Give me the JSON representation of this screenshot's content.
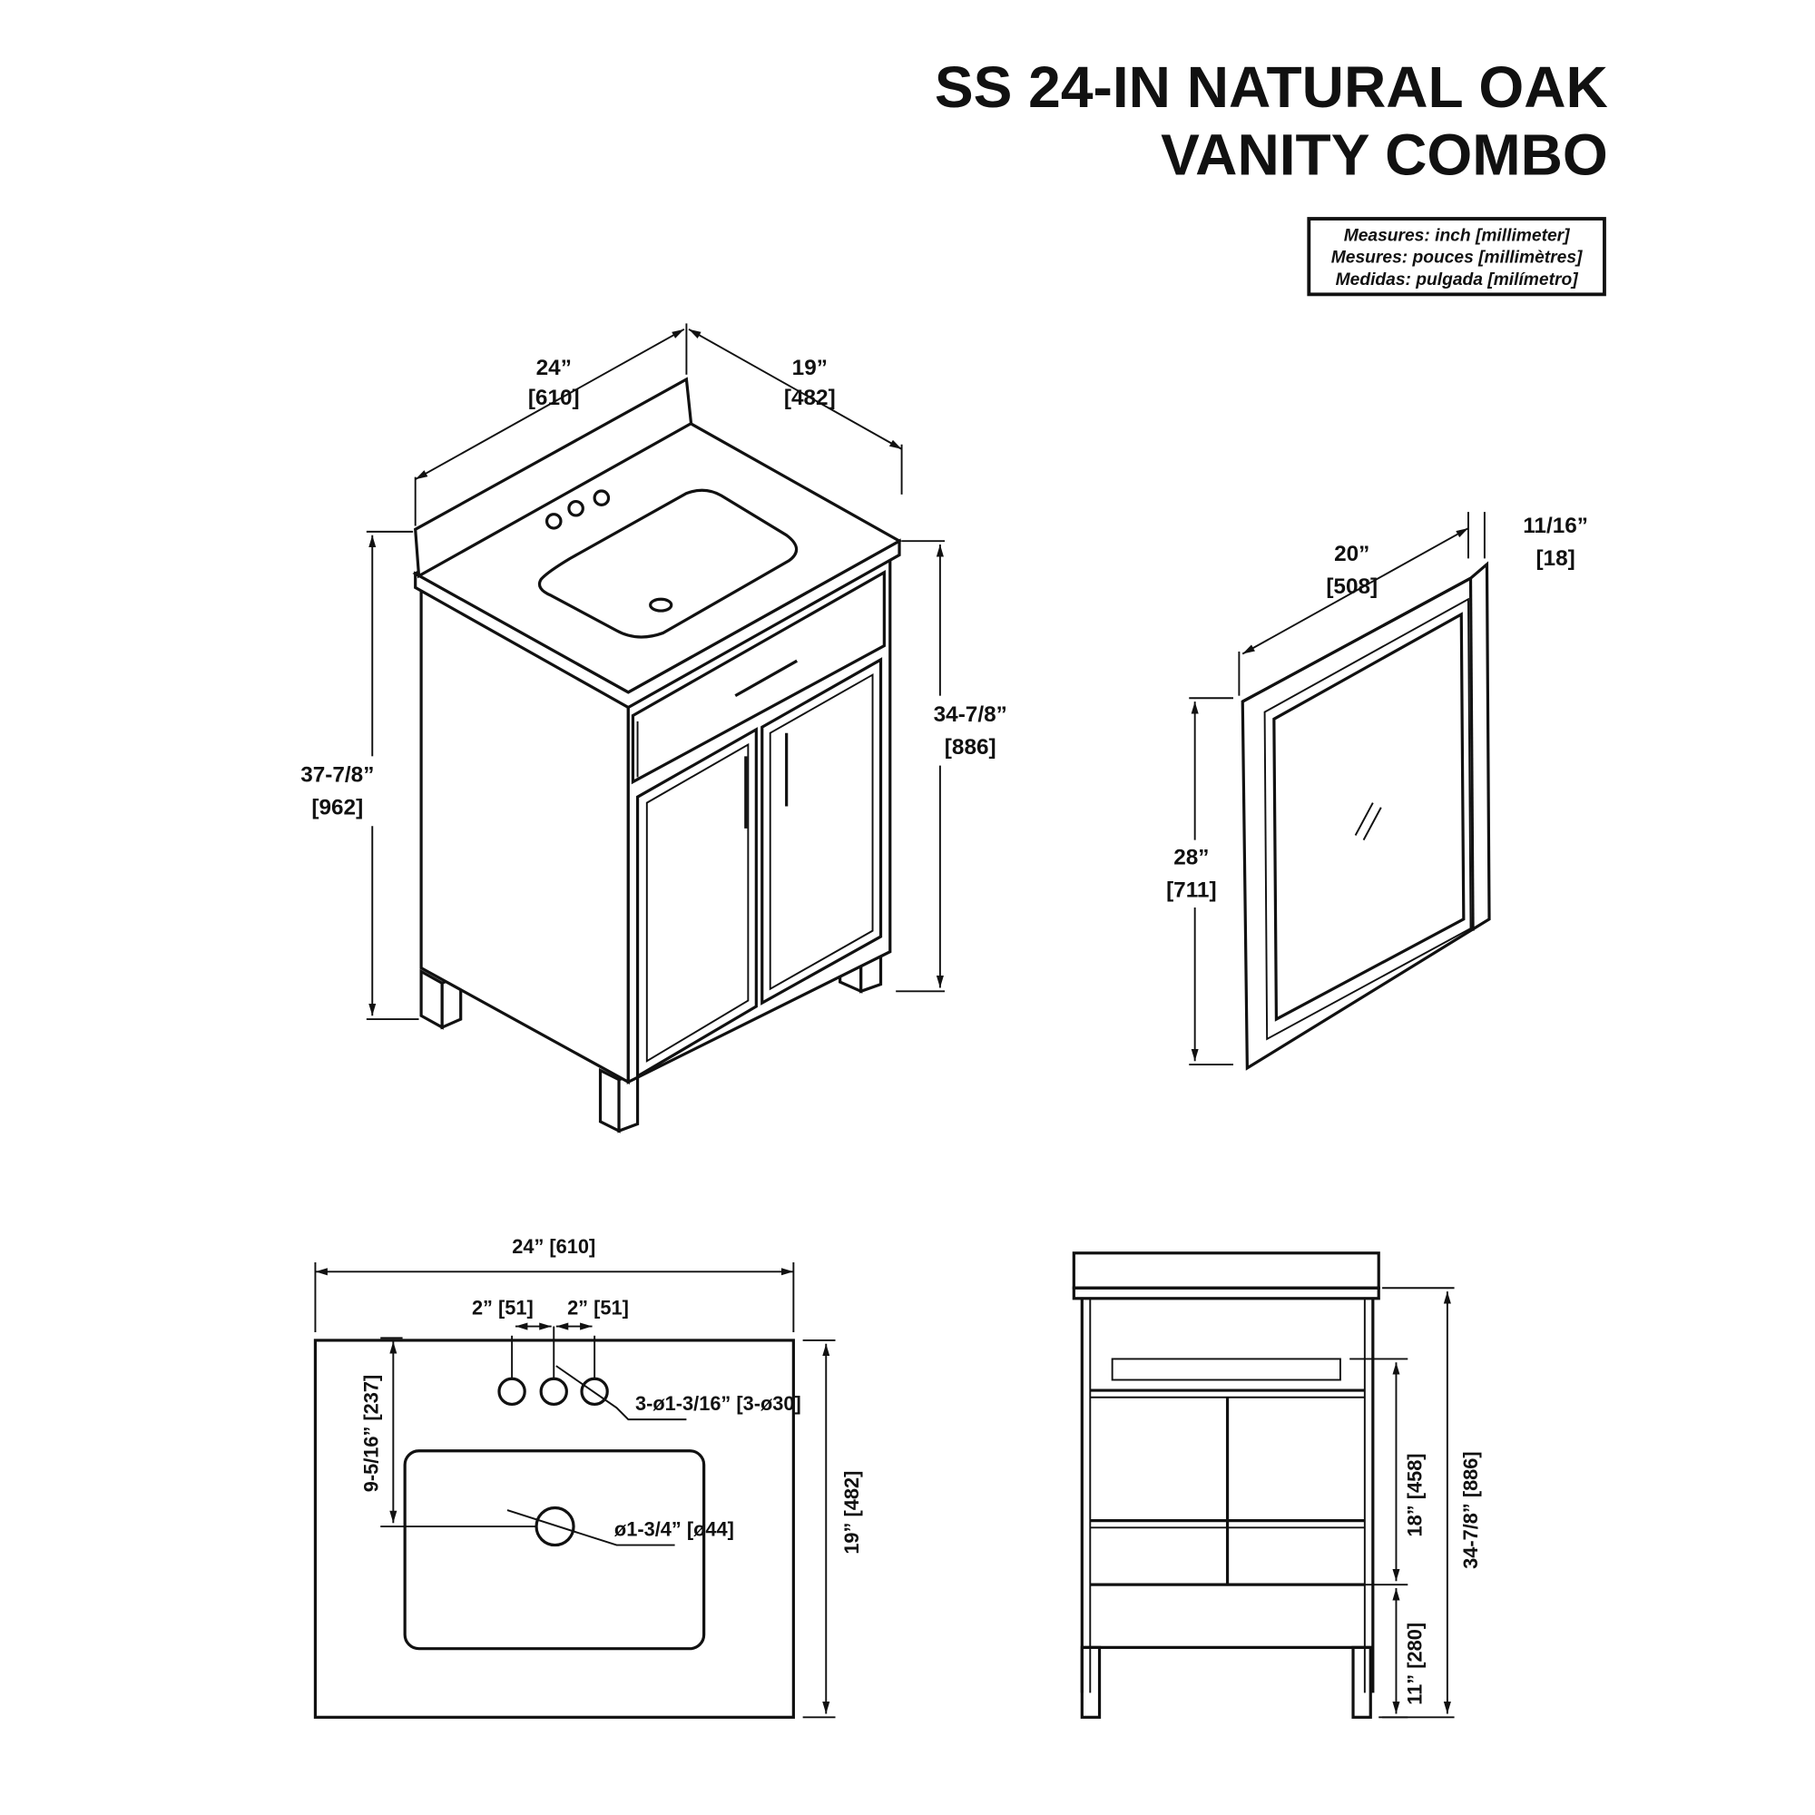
{
  "title": {
    "line1": "SS 24-IN NATURAL OAK",
    "line2": "VANITY COMBO"
  },
  "measures": [
    "Measures: inch [millimeter]",
    "Mesures: pouces [millimètres]",
    "Medidas: pulgada [milímetro]"
  ],
  "iso_vanity": {
    "width": "24”",
    "width_mm": "[610]",
    "depth": "19”",
    "depth_mm": "[482]",
    "total_height": "37-7/8”",
    "total_height_mm": "[962]",
    "cabinet_height": "34-7/8”",
    "cabinet_height_mm": "[886]"
  },
  "mirror": {
    "width": "20”",
    "width_mm": "[508]",
    "thickness": "11/16”",
    "thickness_mm": "[18]",
    "height": "28”",
    "height_mm": "[711]"
  },
  "top_view": {
    "width": "24” [610]",
    "spacing_left": "2” [51]",
    "spacing_right": "2” [51]",
    "faucet_holes": "3-ø1-3/16” [3-ø30]",
    "drain": "ø1-3/4” [ø44]",
    "holes_offset": "9-5/16” [237]",
    "depth": "19” [482]"
  },
  "front_view": {
    "drawer_height": "18” [458]",
    "leg_height": "11” [280]",
    "total_height": "34-7/8” [886]"
  }
}
